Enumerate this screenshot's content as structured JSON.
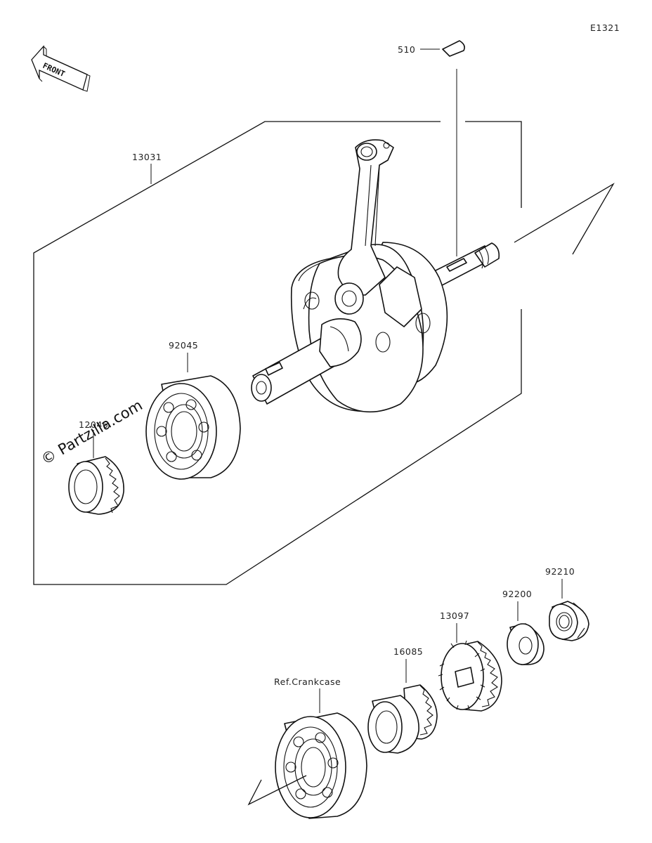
{
  "diagram_code": "E1321",
  "front_label": "FRONT",
  "watermark": "© Partzilla.com",
  "callouts": {
    "key": "510",
    "crankshaft_assy": "13031",
    "bearing_left": "92045",
    "gear_small": "12046",
    "ref_crankcase": "Ref.Crankcase",
    "gear_16085": "16085",
    "gear_13097": "13097",
    "washer": "92200",
    "nut": "92210"
  }
}
